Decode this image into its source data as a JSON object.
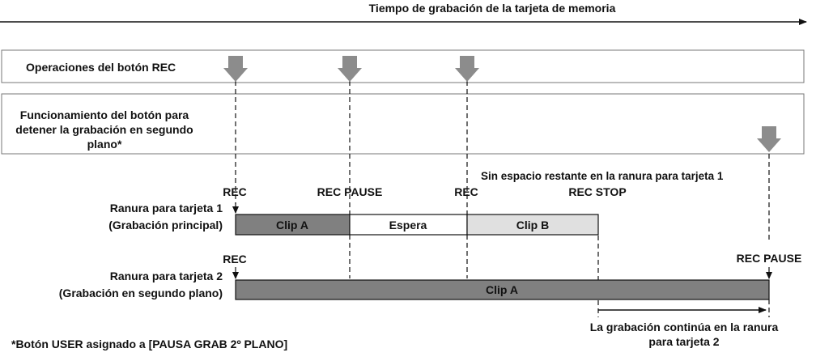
{
  "timeline": {
    "label": "Tiempo de grabación de la tarjeta de memoria"
  },
  "rows": {
    "rec_ops": "Operaciones del botón REC",
    "bg_line1": "Funcionamiento del botón para",
    "bg_line2": "detener la grabación en segundo",
    "bg_line3": "plano*"
  },
  "slot1": {
    "title": "Ranura para tarjeta 1",
    "subtitle": "(Grabación principal)",
    "segments": [
      "Clip A",
      "Espera",
      "Clip B"
    ],
    "markers": [
      "REC",
      "REC PAUSE",
      "REC",
      "REC STOP"
    ],
    "note": "Sin espacio restante en la ranura para tarjeta 1"
  },
  "slot2": {
    "title": "Ranura para tarjeta 2",
    "subtitle": "(Grabación en segundo plano)",
    "segment": "Clip A",
    "markers": [
      "REC",
      "REC PAUSE"
    ],
    "continue_line1": "La grabación continúa en la ranura",
    "continue_line2": "para tarjeta 2"
  },
  "footnote": "*Botón USER asignado a [PAUSA GRAB 2º PLANO]",
  "colors": {
    "dark_clip": "#808080",
    "light_clip": "#e0e0e0",
    "arrow": "#8c8c8c"
  }
}
